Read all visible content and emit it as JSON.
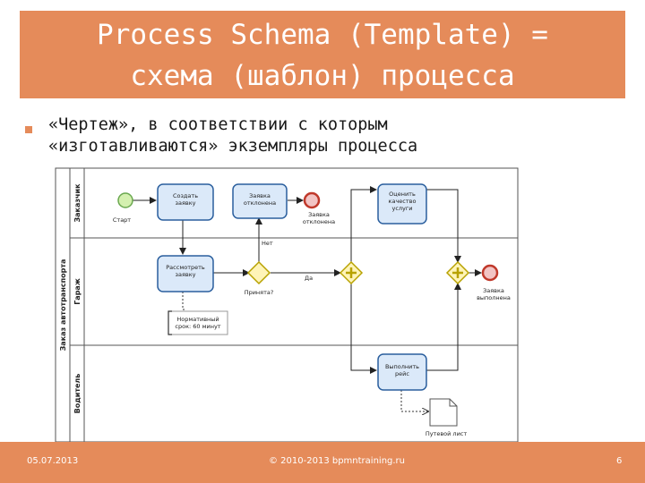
{
  "slide": {
    "title": "Process Schema (Template) =\nсхема (шаблон) процесса",
    "bullet": "«Чертеж», в соответствии с которым\n«изготавливаются» экземпляры процесса"
  },
  "diagram": {
    "pool_label": "Заказ автотранспорта",
    "lanes": [
      "Заказчик",
      "Гараж",
      "Водитель"
    ],
    "start_label": "Старт",
    "tasks": {
      "create_request": "Создать\nзаявку",
      "request_rejected": "Заявка\nотклонена",
      "evaluate_quality": "Оценить\nкачество\nуслуги",
      "review_request": "Рассмотреть\nзаявку",
      "perform_trip": "Выполнить\nрейс"
    },
    "gateway_label": "Принята?",
    "flow_no": "Нет",
    "flow_yes": "Да",
    "end_rejected_label": "Заявка\nотклонена",
    "end_done_label": "Заявка\nвыполнена",
    "annotation": "Нормативный\nсрок: 60 минут",
    "document_label": "Путевой лист"
  },
  "footer": {
    "date": "05.07.2013",
    "copyright": "© 2010-2013 bpmntraining.ru",
    "page": "6"
  },
  "colors": {
    "accent": "#e58b5a",
    "task_fill": "#dbe9f9",
    "task_stroke": "#2b5f9e",
    "start_fill": "#d4f0b0",
    "end_fill": "#f2c4c4",
    "gateway_fill": "#fff4b8"
  }
}
